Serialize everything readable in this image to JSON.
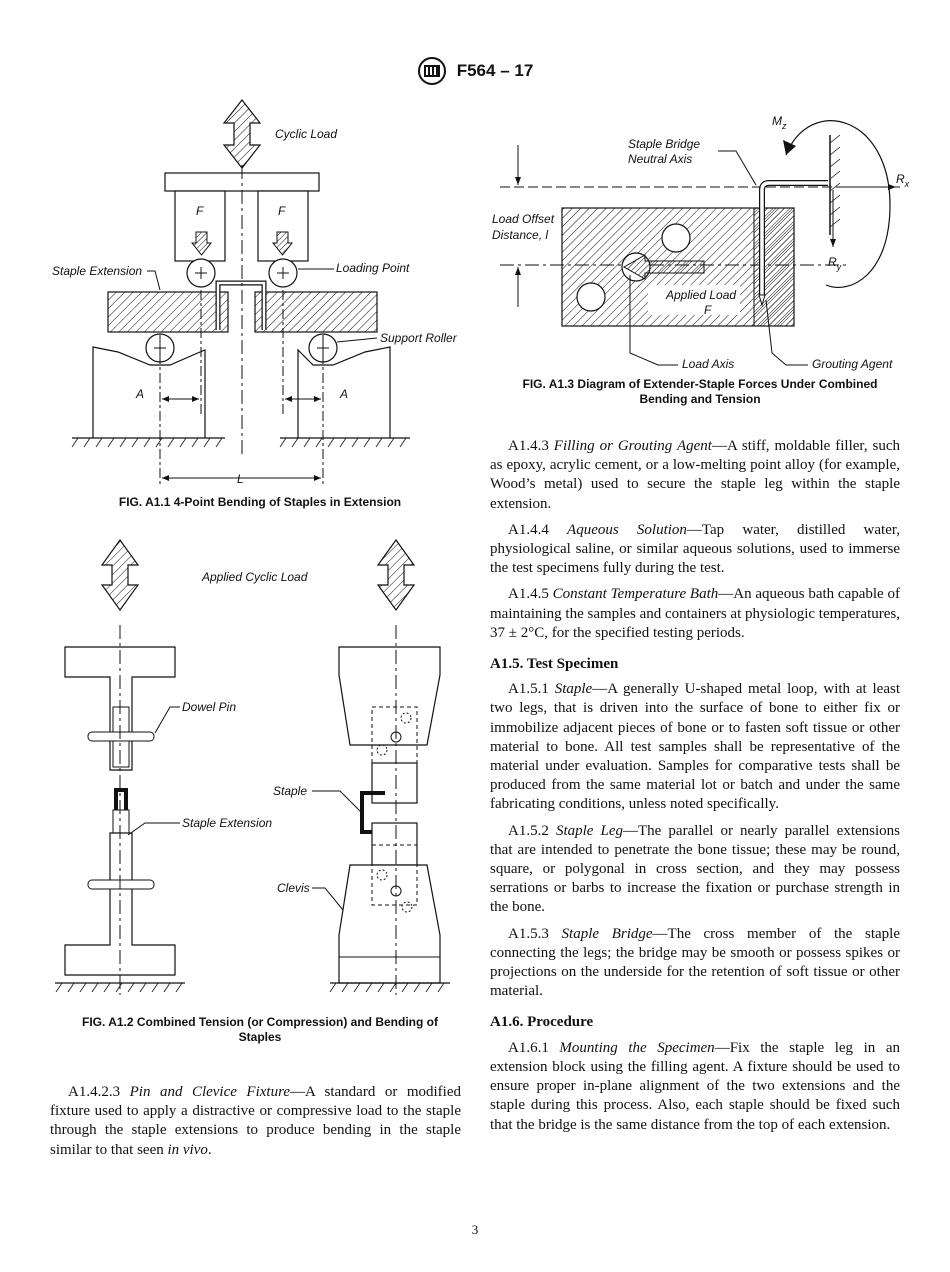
{
  "header": {
    "standard_id": "F564 – 17"
  },
  "figures": {
    "a1_1": {
      "caption": "FIG. A1.1 4-Point Bending of Staples in Extension",
      "labels": {
        "cyclic_load": "Cyclic Load",
        "f_left": "F",
        "f_right": "F",
        "staple_extension": "Staple Extension",
        "loading_point": "Loading Point",
        "support_roller": "Support Roller",
        "a_left": "A",
        "a_right": "A",
        "l": "L"
      }
    },
    "a1_2": {
      "caption_line1": "FIG. A1.2 Combined Tension (or Compression) and Bending of",
      "caption_line2": "Staples",
      "labels": {
        "applied_cyclic_load": "Applied Cyclic Load",
        "dowel_pin": "Dowel Pin",
        "staple": "Staple",
        "staple_extension": "Staple Extension",
        "clevis": "Clevis"
      }
    },
    "a1_3": {
      "caption_line1": "FIG. A1.3 Diagram of Extender-Staple Forces Under Combined",
      "caption_line2": "Bending and Tension",
      "labels": {
        "mz": "M",
        "mz_sub": "z",
        "bridge_axis_1": "Staple Bridge",
        "bridge_axis_2": "Neutral Axis",
        "rx": "R",
        "rx_sub": "x",
        "ry": "R",
        "ry_sub": "y",
        "offset_1": "Load Offset",
        "offset_2": "Distance, l",
        "applied_load": "Applied Load",
        "f": "F",
        "load_axis": "Load Axis",
        "grouting_agent": "Grouting Agent"
      }
    }
  },
  "left_text": {
    "p1_num": "A1.4.2.3",
    "p1_term": "Pin and Clevice Fixture",
    "p1_body": "—A standard or modified fixture used to apply a distractive or compressive load to the staple through the staple extensions to produce bending in the staple similar to that seen ",
    "p1_italic": "in vivo",
    "p1_end": "."
  },
  "right_text": {
    "p1_num": "A1.4.3",
    "p1_term": "Filling or Grouting Agent",
    "p1_body": "—A stiff, moldable filler, such as epoxy, acrylic cement, or a low-melting point alloy (for example, Wood’s metal) used to secure the staple leg within the staple extension.",
    "p2_num": "A1.4.4",
    "p2_term": "Aqueous Solution",
    "p2_body": "—Tap water, distilled water, physiological saline, or similar aqueous solutions, used to immerse the test specimens fully during the test.",
    "p3_num": "A1.4.5",
    "p3_term": "Constant Temperature Bath",
    "p3_body": "—An aqueous bath capable of maintaining the samples and containers at physiologic temperatures, 37 ± 2°C, for the specified testing periods.",
    "h1": "A1.5. Test Specimen",
    "p4_num": "A1.5.1",
    "p4_term": "Staple",
    "p4_body": "—A generally U-shaped metal loop, with at least two legs, that is driven into the surface of bone to either fix or immobilize adjacent pieces of bone or to fasten soft tissue or other material to bone. All test samples shall be representative of the material under evaluation. Samples for comparative tests shall be produced from the same material lot or batch and under the same fabricating conditions, unless noted specifically.",
    "p5_num": "A1.5.2",
    "p5_term": "Staple Leg",
    "p5_body": "—The parallel or nearly parallel extensions that are intended to penetrate the bone tissue; these may be round, square, or polygonal in cross section, and they may possess serrations or barbs to increase the fixation or purchase strength in the bone.",
    "p6_num": "A1.5.3",
    "p6_term": "Staple Bridge",
    "p6_body": "—The cross member of the staple connecting the legs; the bridge may be smooth or possess spikes or projections on the underside for the retention of soft tissue or other material.",
    "h2": "A1.6. Procedure",
    "p7_num": "A1.6.1",
    "p7_term": "Mounting the Specimen",
    "p7_body": "—Fix the staple leg in an extension block using the filling agent. A fixture should be used to ensure proper in-plane alignment of the two extensions and the staple during this process. Also, each staple should be fixed such that the bridge is the same distance from the top of each extension."
  },
  "footer": {
    "page_number": "3"
  }
}
